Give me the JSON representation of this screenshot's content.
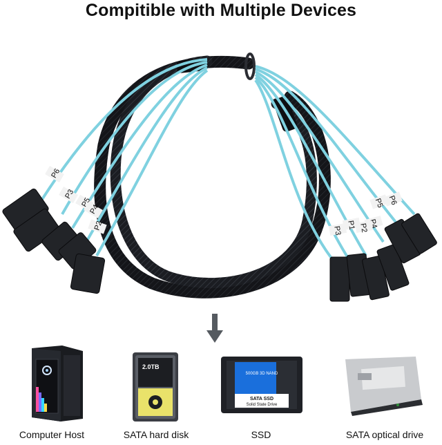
{
  "title": "Compitible with Multiple Devices",
  "port_labels_left": [
    "P6",
    "P3",
    "P5",
    "P4",
    "P2"
  ],
  "port_labels_right": [
    "P6",
    "P5",
    "P4",
    "P3",
    "P2",
    "P1"
  ],
  "ssd_label": {
    "line1": "500GB 3D NAND",
    "line2": "SATA SSD",
    "line3": "Solid State Drive"
  },
  "hdd_label": "2.0TB",
  "devices": [
    {
      "label": "Computer Host",
      "icon": "computer-tower-icon"
    },
    {
      "label": "SATA hard disk",
      "icon": "hard-disk-icon"
    },
    {
      "label": "SSD",
      "icon": "ssd-icon"
    },
    {
      "label": "SATA optical drive",
      "icon": "optical-drive-icon"
    }
  ],
  "colors": {
    "cable_sleeve": "#1b1d22",
    "sata_wire": "#7fd1e0",
    "connector": "#222428",
    "arrow": "#555a60"
  }
}
